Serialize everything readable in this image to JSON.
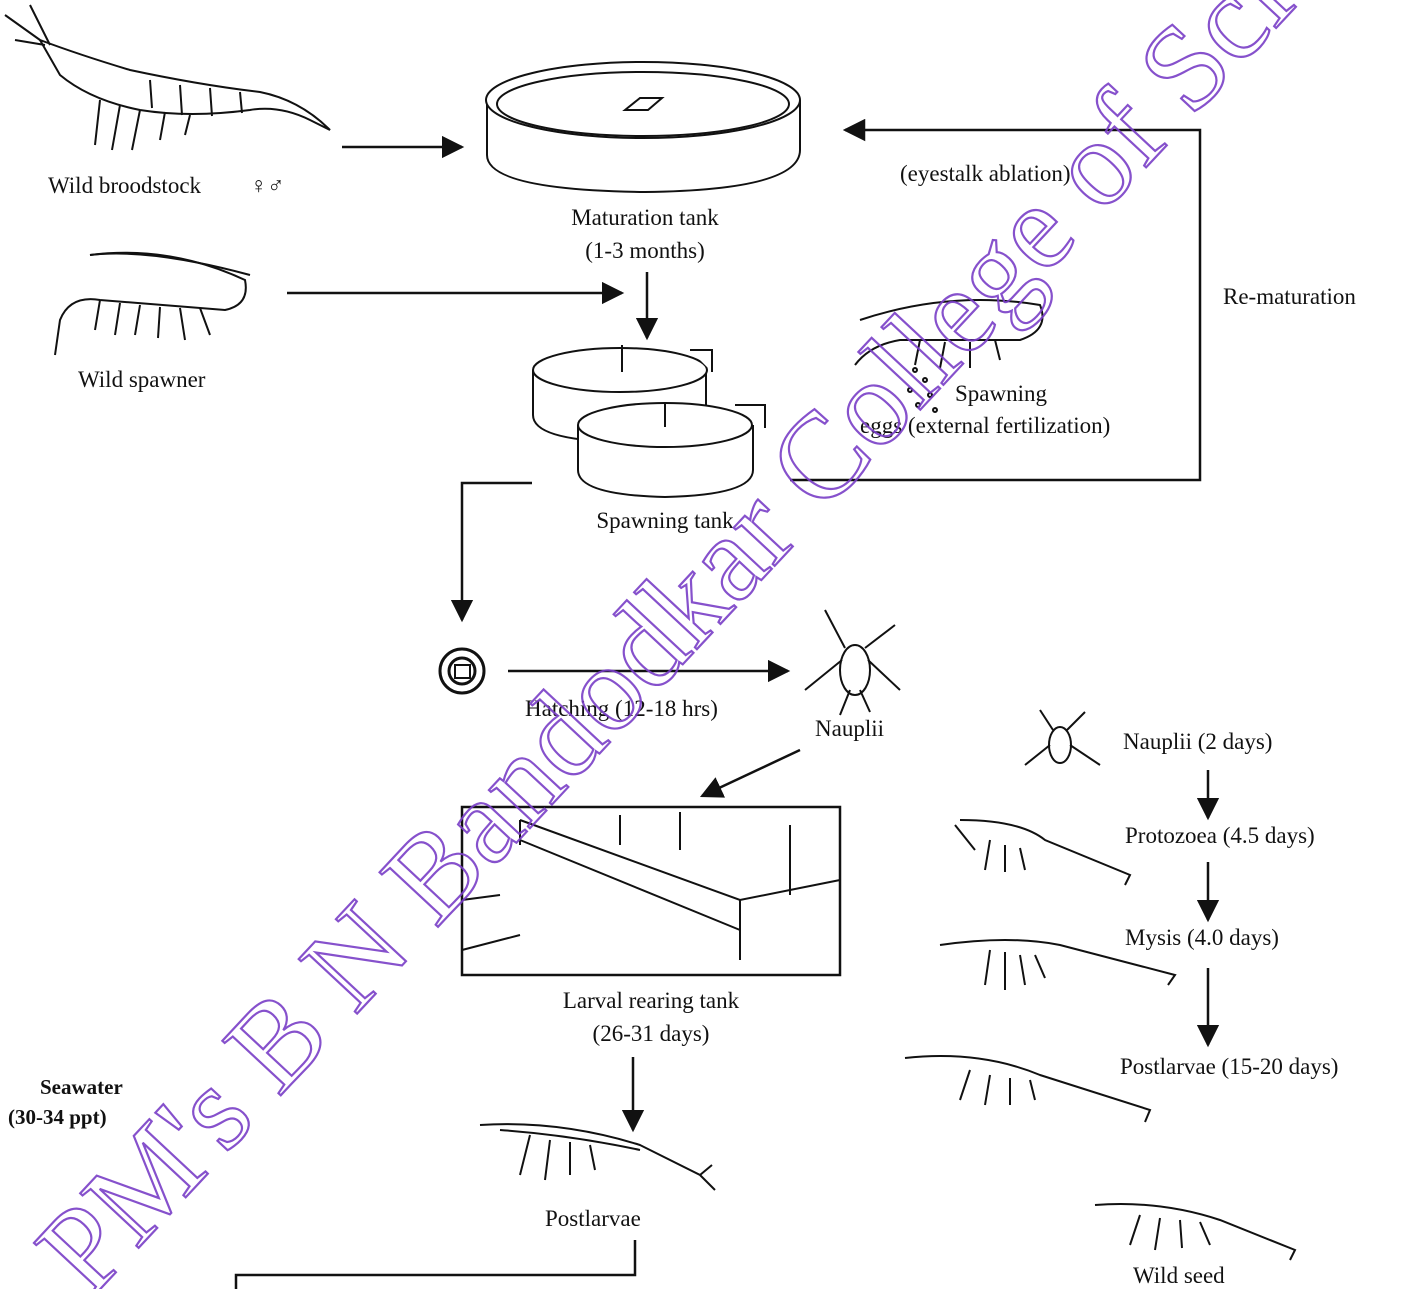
{
  "labels": {
    "wild_broodstock": "Wild broodstock",
    "sex_symbols": "♀♂",
    "maturation_tank_line1": "Maturation tank",
    "maturation_tank_line2": "(1-3 months)",
    "eyestalk_ablation": "(eyestalk ablation)",
    "re_maturation": "Re-maturation",
    "wild_spawner": "Wild spawner",
    "spawning_line1": "Spawning",
    "spawning_line2": "eggs (external fertilization)",
    "spawning_tank": "Spawning tank",
    "hatching": "Hatching (12-18 hrs)",
    "nauplii": "Nauplii",
    "larval_tank_line1": "Larval rearing tank",
    "larval_tank_line2": "(26-31 days)",
    "postlarvae": "Postlarvae",
    "seawater_line1": "Seawater",
    "seawater_line2": "(30-34 ppt)",
    "stage_nauplii": "Nauplii (2 days)",
    "stage_protozoea": "Protozoea (4.5 days)",
    "stage_mysis": "Mysis (4.0 days)",
    "stage_postlarvae": "Postlarvae (15-20 days)",
    "wild_seed": "Wild seed"
  },
  "watermark": "PM's B N Bandodkar College of Science, Tha",
  "colors": {
    "line": "#111111",
    "watermark": "#7a3fc7"
  }
}
